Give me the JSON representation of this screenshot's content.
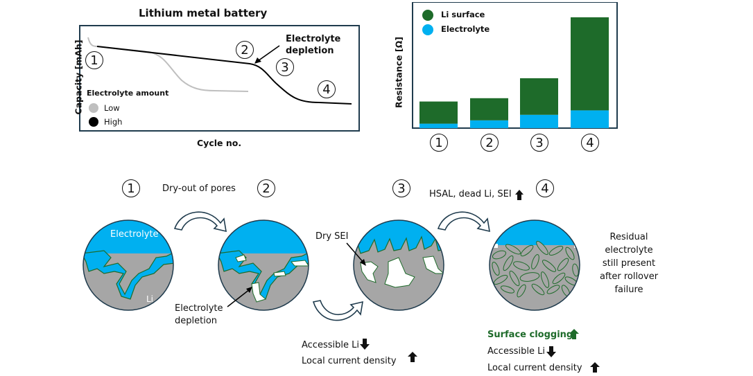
{
  "capacity_panel": {
    "title": "Lithium metal battery",
    "ylabel": "Capacity [mAh]",
    "xlabel": "Cycle no.",
    "annotation": [
      "Electrolyte",
      "depletion"
    ],
    "stage_labels": [
      "1",
      "2",
      "3",
      "4"
    ],
    "legend": {
      "title": "Electrolyte amount",
      "items": [
        {
          "label": "Low",
          "color": "#bfbfbf"
        },
        {
          "label": "High",
          "color": "#000000"
        }
      ]
    }
  },
  "chart_data": {
    "type": "bar",
    "stacked": true,
    "title": "",
    "xlabel": "",
    "ylabel": "Resistance [Ω]",
    "categories": [
      "1",
      "2",
      "3",
      "4"
    ],
    "series": [
      {
        "name": "Electrolyte",
        "color": "#00b0f0",
        "values": [
          4,
          7,
          12,
          16
        ]
      },
      {
        "name": "Li surface",
        "color": "#1e6b2a",
        "values": [
          20,
          20,
          33,
          84
        ]
      }
    ],
    "ylim": [
      0,
      100
    ],
    "grid": false,
    "legend_position": "top-left",
    "legend_order": [
      "Li surface",
      "Electrolyte"
    ]
  },
  "schematic": {
    "stages": [
      "1",
      "2",
      "3",
      "4"
    ],
    "transition_1_2": "Dry-out of pores",
    "transition_3_4": "HSAL, dead Li, SEI",
    "circle1": {
      "electrolyte_label": "Electrolyte",
      "li_label": "Li"
    },
    "circle2_annotation": [
      "Electrolyte",
      "depletion"
    ],
    "circle3_annotation": "Dry SEI",
    "stage3_effects": [
      {
        "label": "Accessible Li",
        "direction": "down"
      },
      {
        "label": "Local current density",
        "direction": "up"
      }
    ],
    "stage4_effects": [
      {
        "label": "Surface clogging",
        "direction": "up",
        "color": "#1e6b2a"
      },
      {
        "label": "Accessible Li",
        "direction": "down"
      },
      {
        "label": "Local current density",
        "direction": "up"
      }
    ],
    "residual_note": [
      "Residual",
      "electrolyte",
      "still present",
      "after rollover",
      "failure"
    ],
    "colors": {
      "electrolyte": "#00b0f0",
      "lithium": "#a6a6a6",
      "sei": "#1e6b2a",
      "outline": "#1f3b4d"
    }
  }
}
